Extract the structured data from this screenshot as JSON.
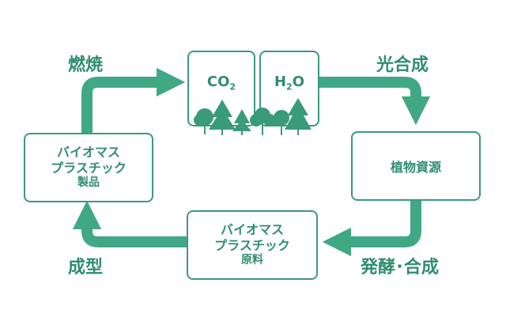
{
  "stages": {
    "co2": {
      "text": "CO",
      "sub": "2"
    },
    "h2o": {
      "text_a": "H",
      "sub": "2",
      "text_b": "O"
    },
    "plant_resources": "植物資源",
    "raw_material": {
      "line1": "バイオマス",
      "line2": "プラスチック",
      "line3": "原料"
    },
    "product": {
      "line1": "バイオマス",
      "line2": "プラスチック",
      "line3": "製品"
    }
  },
  "processes": {
    "combustion": "燃焼",
    "photosynthesis": "光合成",
    "fermentation": "発酵･合成",
    "molding": "成型"
  },
  "colors": {
    "arrow": "#40a882",
    "border": "#3a9b78",
    "text": "#2f8f6c",
    "tree": "#3a9b78"
  },
  "icons": [
    "tree-icon"
  ]
}
